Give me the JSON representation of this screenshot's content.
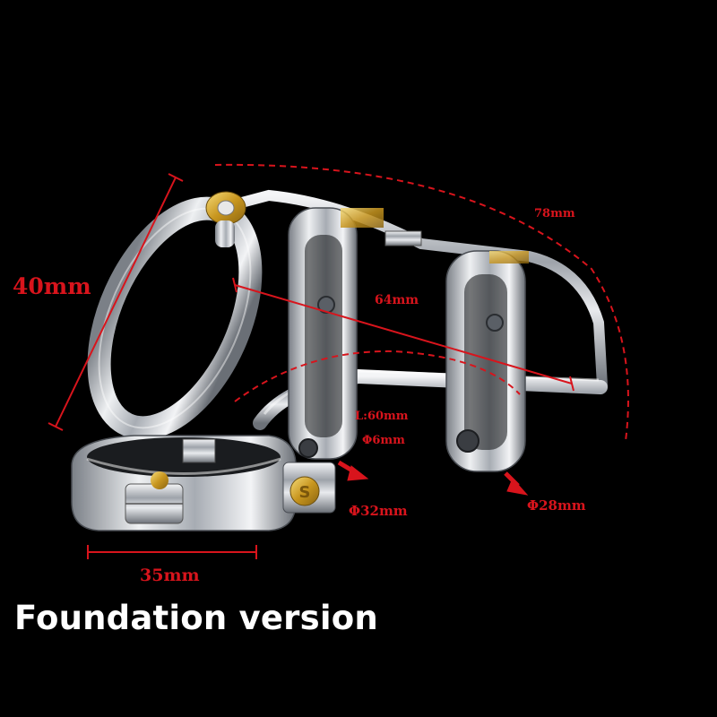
{
  "dimensions": {
    "height": "40mm",
    "arc_length": "78mm",
    "inner_length": "64mm",
    "rod_length": "L:60mm",
    "rod_diameter": "Φ6mm",
    "front_ring_diameter": "Φ32mm",
    "rear_ring_diameter": "Φ28mm",
    "base_ring_width": "35mm"
  },
  "caption": "Foundation version",
  "colors": {
    "background": "#000000",
    "annotation": "#d8141c",
    "caption": "#ffffff",
    "metal": "#c9ccd1",
    "gold": "#d6a72c"
  },
  "icons": [
    "gold-lock-pin-icon",
    "gold-s-lock-icon",
    "red-arrow-icon"
  ]
}
